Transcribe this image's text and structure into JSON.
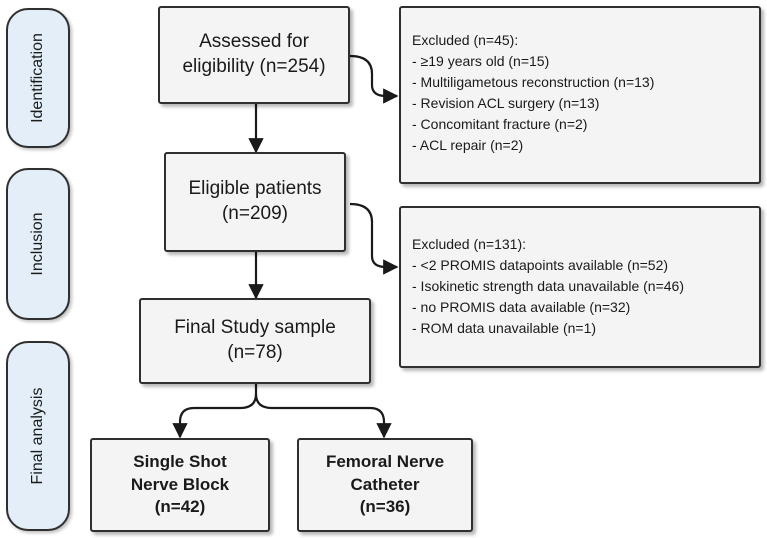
{
  "stages": [
    {
      "label": "Identification"
    },
    {
      "label": "Inclusion"
    },
    {
      "label": "Final analysis"
    }
  ],
  "boxes": {
    "assessed": {
      "line1": "Assessed for",
      "line2": "eligibility (n=254)"
    },
    "eligible": {
      "line1": "Eligible patients",
      "line2": "(n=209)"
    },
    "final_sample": {
      "line1": "Final Study sample",
      "line2": "(n=78)"
    }
  },
  "exclusions": [
    {
      "title": "Excluded (n=45):",
      "items": [
        "- ≥19 years old (n=15)",
        "- Multiligametous reconstruction (n=13)",
        "- Revision ACL surgery (n=13)",
        "- Concomitant fracture (n=2)",
        "- ACL repair (n=2)"
      ]
    },
    {
      "title": "Excluded (n=131):",
      "items": [
        "- <2 PROMIS datapoints available (n=52)",
        "- Isokinetic strength data unavailable (n=46)",
        "- no PROMIS data available (n=32)",
        "- ROM data unavailable (n=1)"
      ]
    }
  ],
  "groups": [
    {
      "line1": "Single Shot",
      "line2": "Nerve Block",
      "line3": "(n=42)"
    },
    {
      "line1": "Femoral Nerve",
      "line2": "Catheter",
      "line3": "(n=36)"
    }
  ],
  "colors": {
    "stage_fill": "#e3eef8",
    "box_fill": "#f4f4f4",
    "line": "#1a1a1a"
  }
}
